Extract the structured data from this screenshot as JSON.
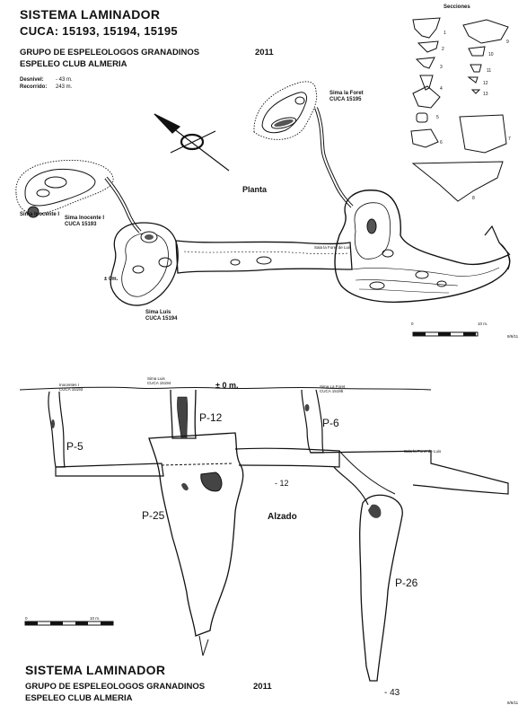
{
  "header": {
    "title": "SISTEMA LAMINADOR",
    "cuca": "CUCA: 15193, 15194, 15195",
    "group": "GRUPO DE ESPELEOLOGOS GRANADINOS",
    "year": "2011",
    "club": "ESPELEO CLUB ALMERIA",
    "desnivel_label": "Desnivel:",
    "desnivel_value": "- 43 m.",
    "recorrido_label": "Recorrido:",
    "recorrido_value": "243 m."
  },
  "plan": {
    "label": "Planta",
    "sections_title": "Secciones",
    "section_numbers": [
      "1",
      "2",
      "3",
      "4",
      "5",
      "6",
      "7",
      "8",
      "9",
      "10",
      "11",
      "12",
      "13"
    ],
    "sima_la_foret": "Sima la Foret",
    "cuca_15195": "CUCA 15195",
    "sima_inocente": "Sima Inocente I",
    "cuca_15193": "CUCA 15193",
    "sima_luis": "Sima Luis",
    "cuca_15194": "CUCA 15194",
    "zero_mark": "± 0m.",
    "sala_label": "Sala la Foret de Luis",
    "scale_zero": "0",
    "scale_end": "10 m.",
    "code": "8/6/11"
  },
  "elevation": {
    "label": "Alzado",
    "inocente": "Inocentes I",
    "inocente_cuca": "CUCA 15193",
    "sima_luis": "Sima Luis",
    "sima_luis_cuca": "CUCA 15194",
    "zero": "± 0 m.",
    "la_foret": "Sima La Foret",
    "la_foret_cuca": "CUCA 15195",
    "p12": "P-12",
    "p6": "P-6",
    "p5": "P-5",
    "p25": "P-25",
    "p26": "P-26",
    "minus12": "- 12",
    "minus43": "- 43",
    "sala": "Sala la Foret de Luis",
    "scale_zero": "0",
    "scale_end": "10 m.",
    "code": "8/6/11"
  },
  "footer": {
    "title": "SISTEMA LAMINADOR",
    "group": "GRUPO DE ESPELEOLOGOS GRANADINOS",
    "year": "2011",
    "club": "ESPELEO CLUB ALMERIA"
  }
}
